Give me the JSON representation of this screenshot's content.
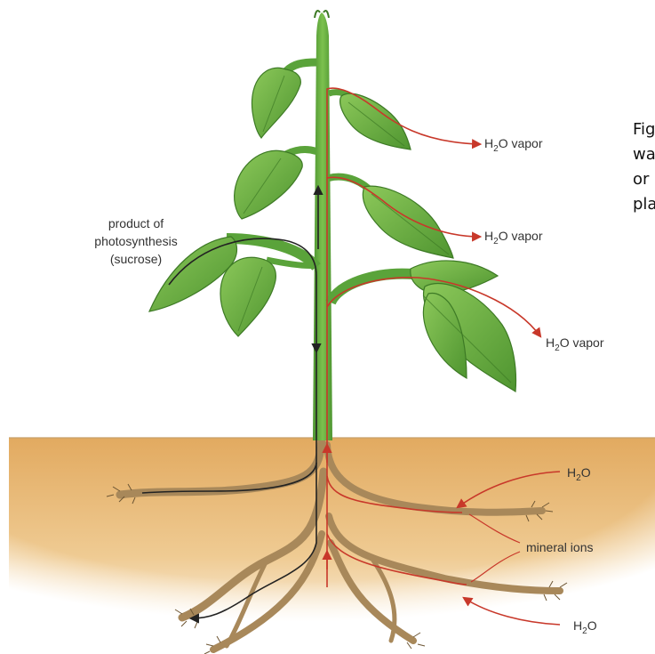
{
  "labels": {
    "product_line1": "product of",
    "product_line2": "photosynthesis",
    "product_line3": "(sucrose)",
    "vapor_main": "H",
    "vapor_sub": "2",
    "vapor_rest": "O vapor",
    "water_main": "H",
    "water_sub": "2",
    "water_rest": "O",
    "mineral_ions": "mineral ions"
  },
  "caption": {
    "lines": [
      "Fig",
      "wa",
      "or",
      "pla"
    ]
  },
  "colors": {
    "soil": "#e8b878",
    "leaf": "#66a83e",
    "leaf_dark": "#3d7a25",
    "stem": "#5aa33a",
    "root": "#a8885a",
    "water_flow": "#c8382a",
    "sugar_flow": "#222222"
  }
}
